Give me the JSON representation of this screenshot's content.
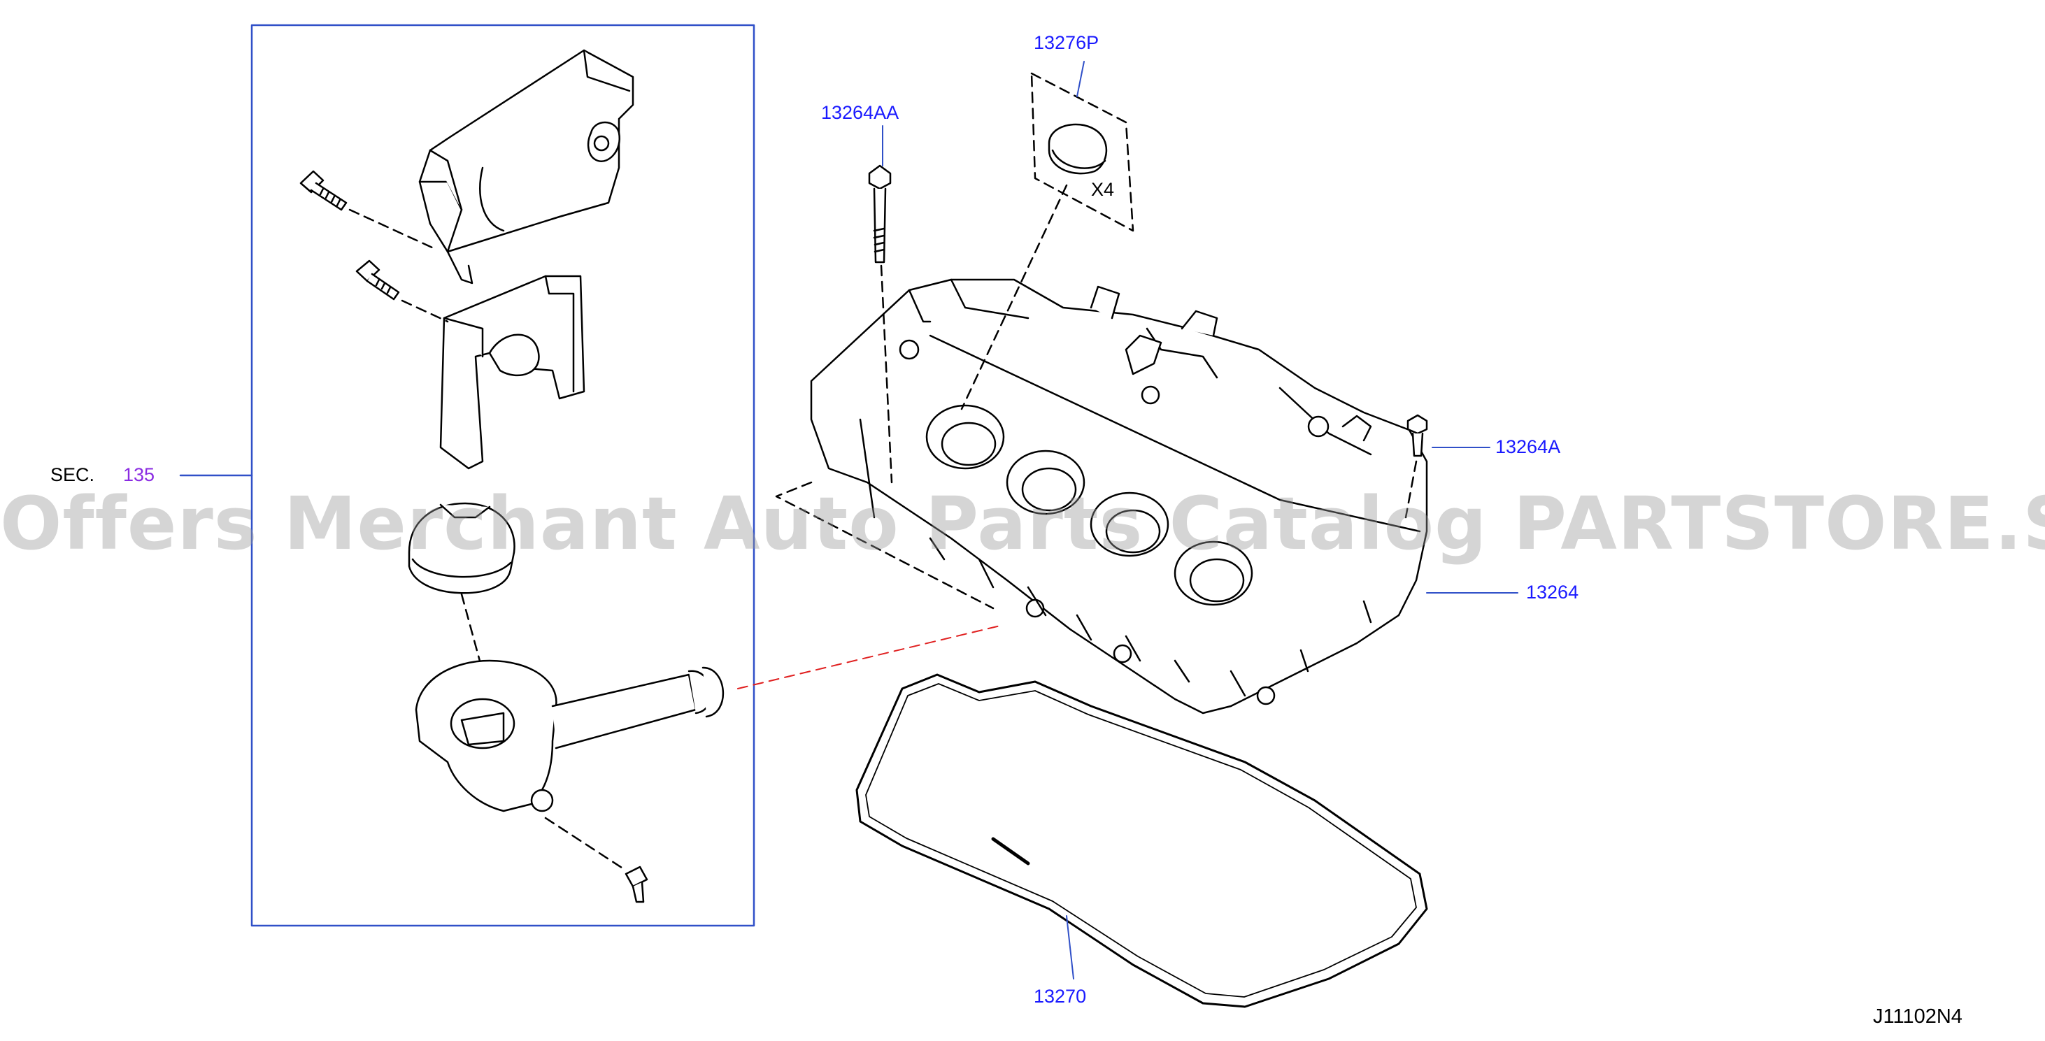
{
  "diagram": {
    "section_ref": {
      "prefix": "SEC.",
      "number": "135"
    },
    "parts": [
      {
        "id": "13276P",
        "name": "13276P"
      },
      {
        "id": "13264AA",
        "name": "13264AA"
      },
      {
        "id": "13264A",
        "name": "13264A"
      },
      {
        "id": "13264",
        "name": "13264"
      },
      {
        "id": "13270",
        "name": "13270"
      }
    ],
    "quantity_note": "X4",
    "figure_code": "J11102N4"
  },
  "watermark": "Offers Merchant Auto Parts Catalog PARTSTORE.SA",
  "colors": {
    "label": "#1a1aff",
    "line": "#000000",
    "callout": "#3050c8",
    "section": "#8a2be2",
    "dash_red": "#e02020"
  }
}
